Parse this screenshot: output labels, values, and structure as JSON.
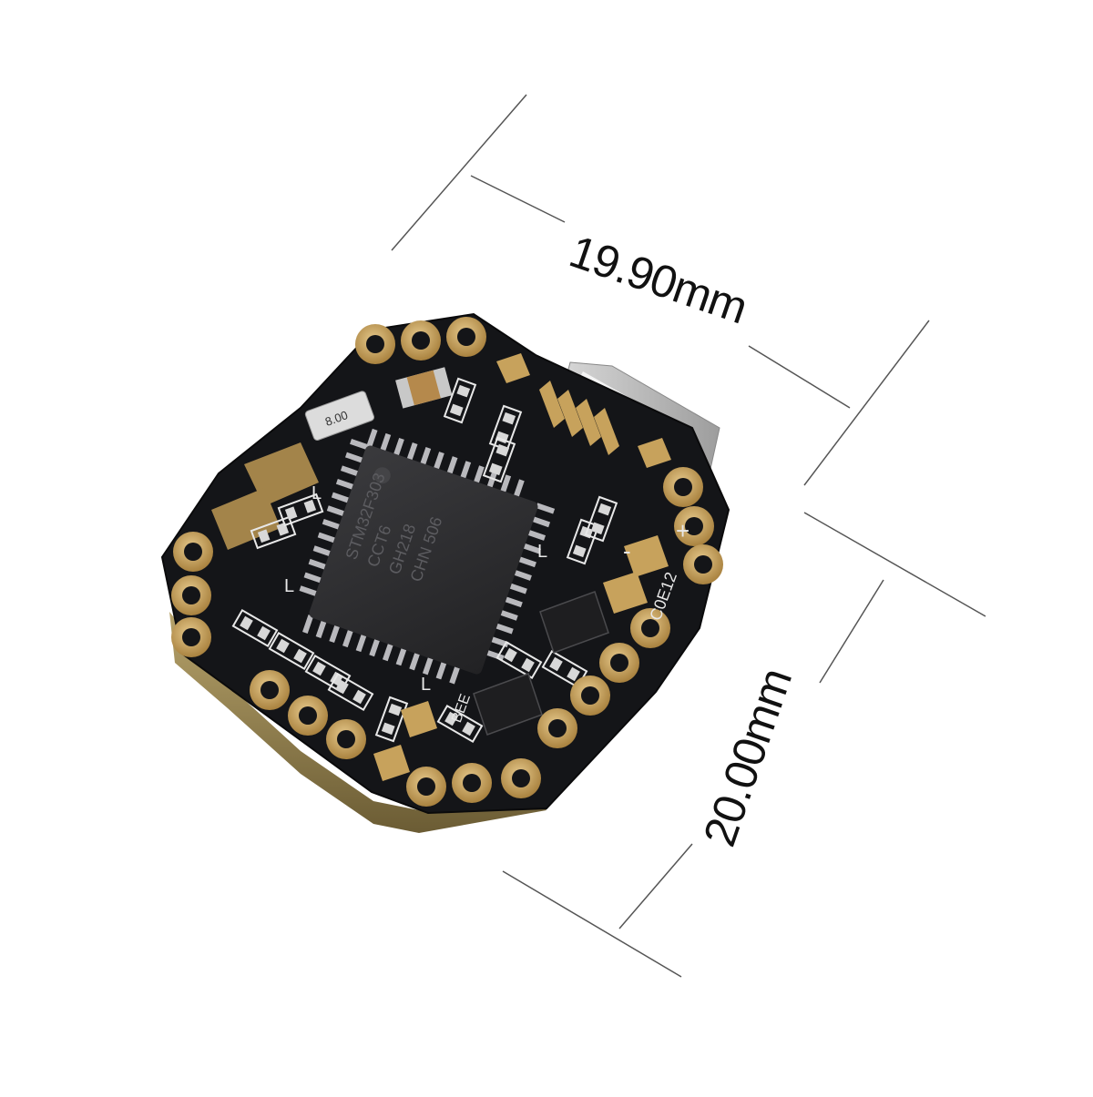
{
  "dimensions": {
    "top_label": "19.90mm",
    "right_label": "20.00mm"
  },
  "board": {
    "chip_marking_lines": [
      "STM32F303",
      "CCT6",
      "GH218",
      "CHN 506"
    ],
    "crystal_marking": "8.00",
    "edge_marking": "C0E12",
    "polarity_plus": "+",
    "polarity_minus": "-",
    "component_label": "BEE",
    "corner_marks": [
      "L",
      "L",
      "L",
      "L"
    ],
    "colors": {
      "pcb": "#141518",
      "pad_gold": "#c7a25c",
      "silkscreen": "#e8e8e8",
      "chip": "#2b2b2d"
    }
  }
}
